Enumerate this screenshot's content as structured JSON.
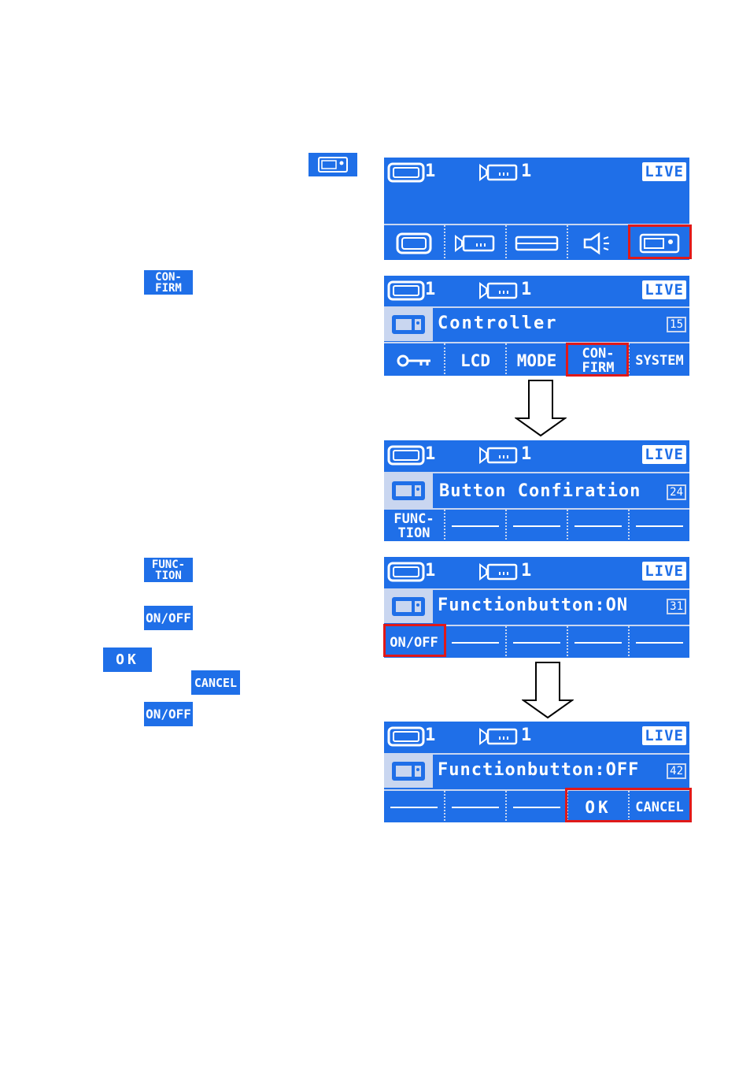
{
  "live_label": "LIVE",
  "monitor_count": "1",
  "camera_count": "1",
  "screen1": {
    "softkeys": [
      "monitor-icon",
      "camera-icon",
      "recorder-icon",
      "speaker-icon",
      "controller-icon"
    ]
  },
  "screen2": {
    "title": "Controller",
    "page_number": "15",
    "softkeys": [
      "key-icon",
      "LCD",
      "MODE",
      "CON-FIRM",
      "SYSTEM"
    ]
  },
  "screen3": {
    "title": "Button Confiration",
    "page_number": "24",
    "softkeys": [
      "FUNC-TION",
      "",
      "",
      "",
      ""
    ]
  },
  "screen4": {
    "title": "Functionbutton:ON",
    "page_number": "31",
    "softkeys": [
      "ON/OFF",
      "",
      "",
      "",
      ""
    ]
  },
  "screen5": {
    "title": "Functionbutton:OFF",
    "page_number": "42",
    "softkeys": [
      "",
      "",
      "",
      "OK",
      "CANCEL"
    ]
  },
  "badges": {
    "confirm": "CON-FIRM",
    "function": "FUNC-TION",
    "onoff": "ON/OFF",
    "ok": "OK",
    "cancel": "CANCEL",
    "onoff2": "ON/OFF"
  },
  "colors": {
    "lcd_blue": "#1f6fe8",
    "highlight_red": "#e01919",
    "title_strip": "#c9d6f0"
  }
}
